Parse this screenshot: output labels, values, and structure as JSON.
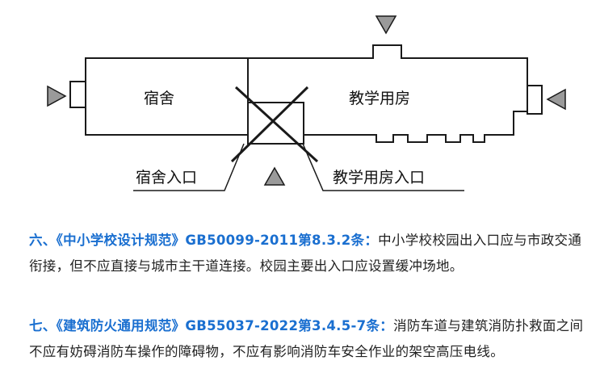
{
  "diagram": {
    "dormitory_label": "宿舍",
    "teaching_label": "教学用房",
    "dormitory_entrance_label": "宿舍入口",
    "teaching_entrance_label": "教学用房入口",
    "colors": {
      "line": "#1a1a1a",
      "arrow_fill": "#9a9a9a"
    }
  },
  "clauses": [
    {
      "heading": "六、《中小学校设计规范》GB50099-2011第8.3.2条：",
      "body": "中小学校校园出入口应与市政交通衔接，但不应直接与城市主干道连接。校园主要出入口应设置缓冲场地。"
    },
    {
      "heading": "七、《建筑防火通用规范》GB55037-2022第3.4.5-7条：",
      "body": "消防车道与建筑消防扑救面之间不应有妨碍消防车操作的障碍物，不应有影响消防车安全作业的架空高压电线。"
    }
  ],
  "colors": {
    "heading": "#1a6fd0",
    "text": "#222222"
  }
}
